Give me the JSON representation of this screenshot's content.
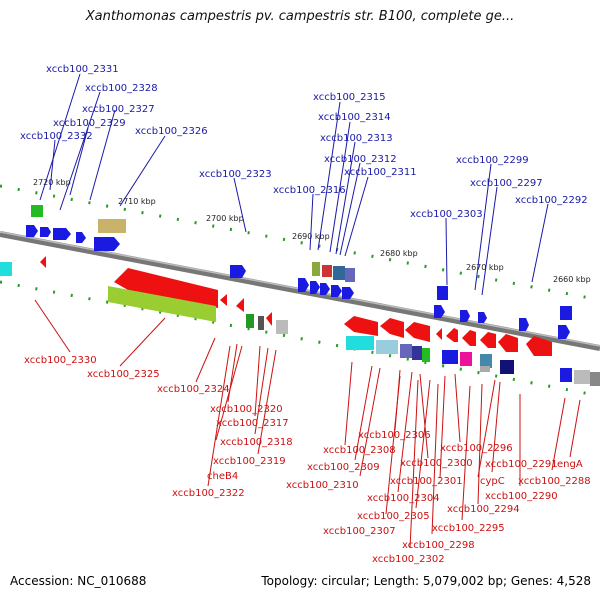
{
  "title": "Xanthomonas campestris pv. campestris str. B100, complete ge...",
  "footer": {
    "accession": "Accession: NC_010688",
    "summary": "Topology: circular; Length: 5,079,002 bp; Genes: 4,528"
  },
  "colors": {
    "upper_label": "#1a1aa8",
    "lower_label": "#cc1111",
    "forward_gene": "#1010e0",
    "reverse_gene": "#ee1111",
    "backbone": "#888888",
    "tick": "#229922"
  },
  "scale_labels": [
    "2720 kbp",
    "2710 kbp",
    "2700 kbp",
    "2690 kbp",
    "2680 kbp",
    "2670 kbp",
    "2660 kbp"
  ],
  "upper_labels": [
    "xccb100_2331",
    "xccb100_2328",
    "xccb100_2327",
    "xccb100_2329",
    "xccb100_2332",
    "xccb100_2326",
    "xccb100_2315",
    "xccb100_2314",
    "xccb100_2313",
    "xccb100_2312",
    "xccb100_2311",
    "xccb100_2316",
    "xccb100_2323",
    "xccb100_2299",
    "xccb100_2297",
    "xccb100_2303",
    "xccb100_2292"
  ],
  "lower_labels": [
    "xccb100_2330",
    "xccb100_2325",
    "xccb100_2324",
    "xccb100_2320",
    "xccb100_2317",
    "xccb100_2318",
    "xccb100_2319",
    "cheB4",
    "xccb100_2322",
    "xccb100_2306",
    "xccb100_2308",
    "xccb100_2309",
    "xccb100_2310",
    "xccb100_2296",
    "xccb100_2300",
    "xccb100_2291",
    "engA",
    "xccb100_2301",
    "cypC",
    "xccb100_2288",
    "xccb100_2304",
    "xccb100_2290",
    "xccb100_2294",
    "xccb100_2305",
    "xccb100_2295",
    "xccb100_2307",
    "xccb100_2298",
    "xccb100_2302"
  ]
}
